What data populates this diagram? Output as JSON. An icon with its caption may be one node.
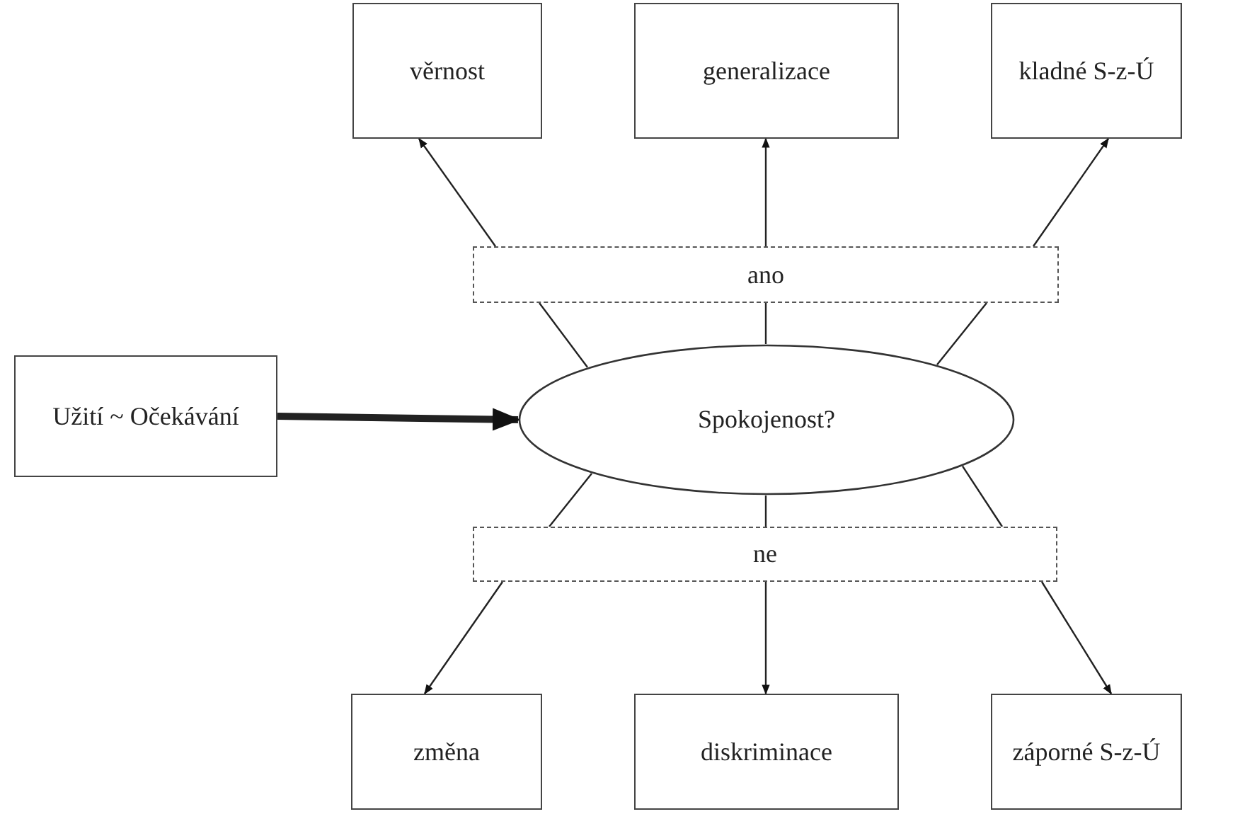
{
  "diagram": {
    "nodes": [
      {
        "text": [
          "věrnost"
        ]
      },
      {
        "text": [
          "generalizace"
        ]
      },
      {
        "text": [
          "kladné S-z-Ú"
        ]
      },
      {
        "text": [
          "ano"
        ]
      },
      {
        "text": [
          "Užití ~ Očekávání"
        ]
      },
      {
        "text": [
          "Spokojenost?"
        ]
      },
      {
        "text": [
          "ne"
        ]
      },
      {
        "text": [
          "změna"
        ]
      },
      {
        "text": [
          "diskriminace"
        ]
      },
      {
        "text": [
          "záporné S-z-Ú"
        ]
      }
    ],
    "edges": [
      {
        "from": 4,
        "to": 5,
        "arrow": "to",
        "style": "thick"
      },
      {
        "from": 5,
        "to": 3,
        "arrow": "none"
      },
      {
        "from": 5,
        "to": 3,
        "arrow": "none"
      },
      {
        "from": 5,
        "to": 3,
        "arrow": "none"
      },
      {
        "from": 3,
        "to": 0,
        "arrow": "to"
      },
      {
        "from": 3,
        "to": 1,
        "arrow": "to"
      },
      {
        "from": 3,
        "to": 2,
        "arrow": "to"
      },
      {
        "from": 5,
        "to": 6,
        "arrow": "none"
      },
      {
        "from": 5,
        "to": 6,
        "arrow": "none"
      },
      {
        "from": 5,
        "to": 6,
        "arrow": "none"
      },
      {
        "from": 6,
        "to": 7,
        "arrow": "to"
      },
      {
        "from": 6,
        "to": 8,
        "arrow": "to"
      },
      {
        "from": 6,
        "to": 9,
        "arrow": "to"
      }
    ]
  }
}
